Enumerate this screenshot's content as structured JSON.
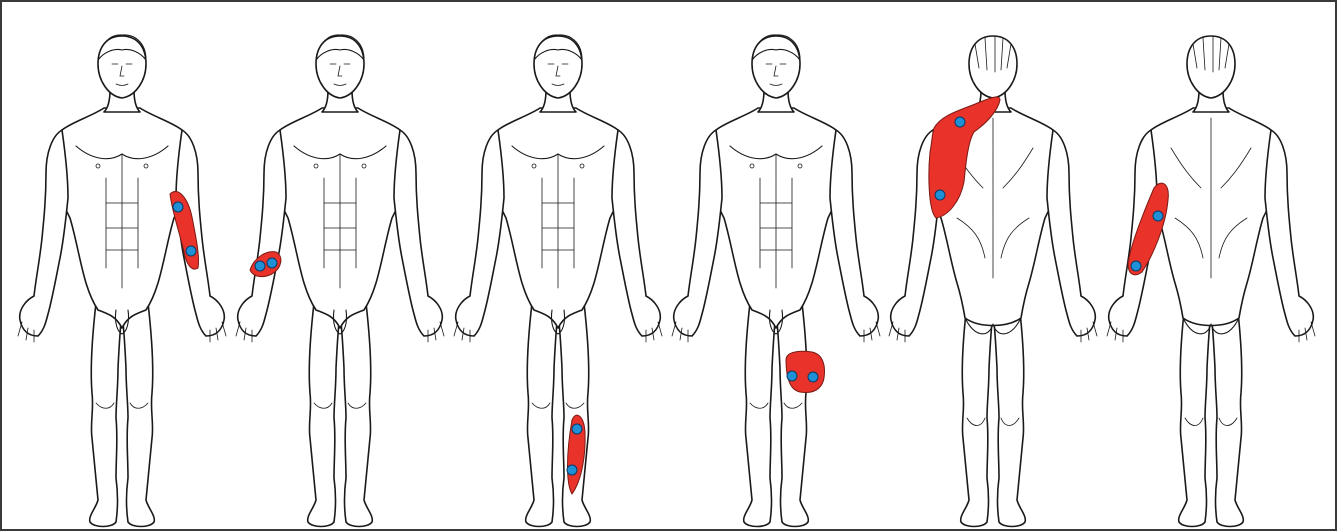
{
  "colors": {
    "pain_region": "#e8322a",
    "region_outline": "#7a1a14",
    "trigger_point": "#1f8fd6",
    "trigger_outline": "#0a3a66",
    "line": "#1a1a1a",
    "frame": "#3a3a3a"
  },
  "figures": [
    {
      "view": "front",
      "pain_area": "left-forearm",
      "trigger_points": 2
    },
    {
      "view": "front",
      "pain_area": "right-hand-wrist",
      "trigger_points": 2
    },
    {
      "view": "front",
      "pain_area": "left-lower-leg",
      "trigger_points": 2
    },
    {
      "view": "front",
      "pain_area": "left-knee",
      "trigger_points": 2
    },
    {
      "view": "back",
      "pain_area": "left-shoulder-upper-arm",
      "trigger_points": 2
    },
    {
      "view": "back",
      "pain_area": "left-forearm",
      "trigger_points": 2
    }
  ]
}
